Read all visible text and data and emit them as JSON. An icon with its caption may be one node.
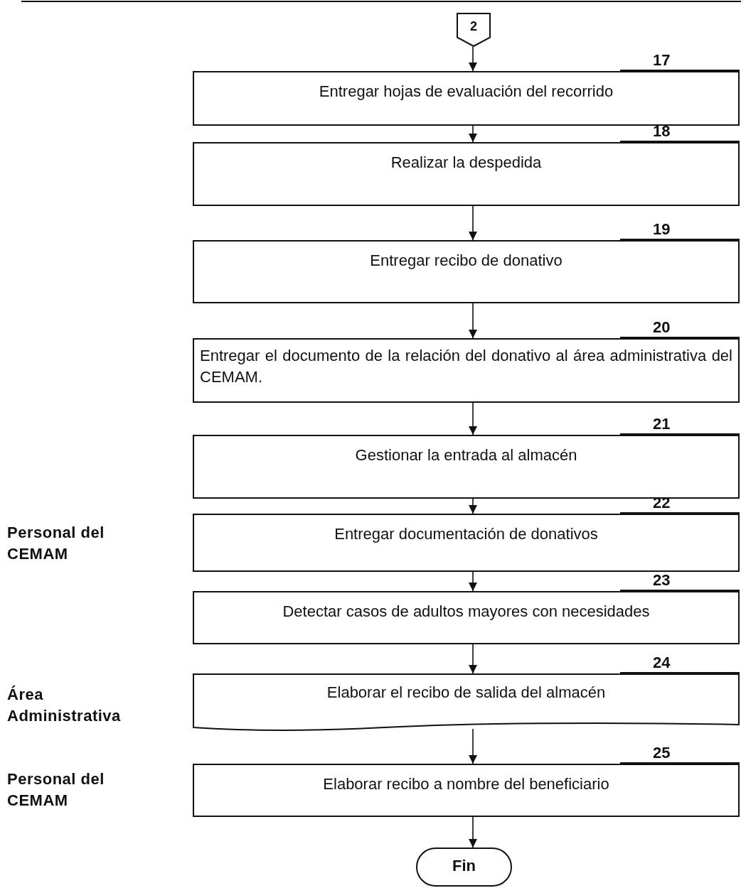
{
  "diagram": {
    "nodes": [
      {
        "text": [
          "2"
        ]
      },
      {
        "text": [
          "Entregar hojas de evaluación del recorrido"
        ],
        "beside": [
          "17"
        ]
      },
      {
        "text": [
          "Realizar la despedida"
        ],
        "beside": [
          "18"
        ]
      },
      {
        "text": [
          "Entregar recibo de donativo"
        ],
        "beside": [
          "19"
        ]
      },
      {
        "text": [
          "Entregar el documento de la relación del donativo al área administrativa del CEMAM."
        ],
        "beside": [
          "20"
        ]
      },
      {
        "text": [
          "Gestionar la entrada al almacén"
        ],
        "beside": [
          "21"
        ]
      },
      {
        "text": [
          "Entregar documentación de donativos"
        ],
        "beside": [
          "22"
        ]
      },
      {
        "text": [
          "Detectar casos de adultos mayores con necesidades"
        ],
        "beside": [
          "23"
        ]
      },
      {
        "text": [
          "Elaborar el recibo de salida del almacén"
        ],
        "beside": [
          "24"
        ]
      },
      {
        "text": [
          "Elaborar recibo a nombre del beneficiario"
        ],
        "beside": [
          "25"
        ]
      },
      {
        "text": [
          "Fin"
        ]
      }
    ],
    "edges": [
      {
        "from": 0,
        "to": 1,
        "arrow": "to"
      },
      {
        "from": 1,
        "to": 2,
        "arrow": "to"
      },
      {
        "from": 2,
        "to": 3,
        "arrow": "to"
      },
      {
        "from": 3,
        "to": 4,
        "arrow": "to"
      },
      {
        "from": 4,
        "to": 5,
        "arrow": "to"
      },
      {
        "from": 5,
        "to": 6,
        "arrow": "to"
      },
      {
        "from": 6,
        "to": 7,
        "arrow": "to"
      },
      {
        "from": 7,
        "to": 8,
        "arrow": "to"
      },
      {
        "from": 8,
        "to": 9,
        "arrow": "to"
      },
      {
        "from": 9,
        "to": 10,
        "arrow": "to"
      }
    ],
    "labels": [
      "Personal del CEMAM",
      "Área Administrativa",
      "Personal del CEMAM"
    ]
  }
}
